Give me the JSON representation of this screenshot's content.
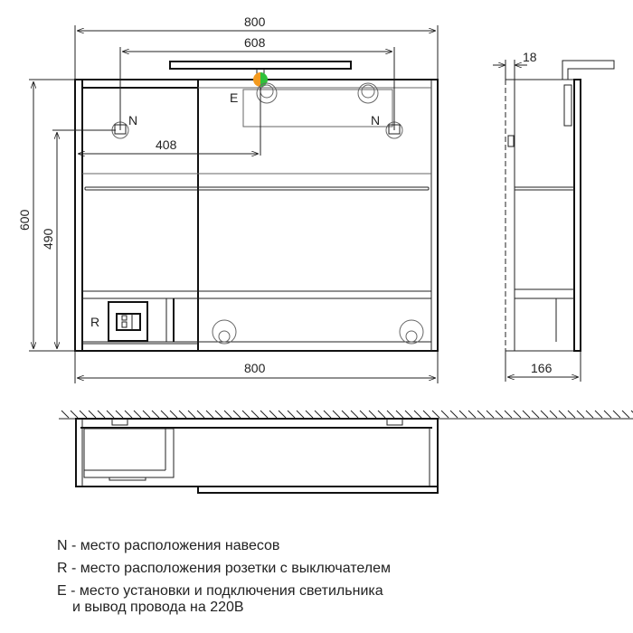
{
  "dimensions": {
    "front_width_top": "800",
    "hanger_spacing": "608",
    "light_offset": "408",
    "height_total": "600",
    "hanger_height": "490",
    "front_width_bottom": "800",
    "side_door_thickness": "18",
    "side_depth": "166"
  },
  "markers": {
    "hanger": "N",
    "socket": "R",
    "light": "E"
  },
  "colors": {
    "light_point_left": "#f39a1e",
    "light_point_right": "#2fc13a"
  },
  "legend": [
    "N - место расположения навесов",
    "R - место расположения розетки с выключателем",
    "E - место установки и подключения светильника",
    "и вывод провода на 220В"
  ]
}
